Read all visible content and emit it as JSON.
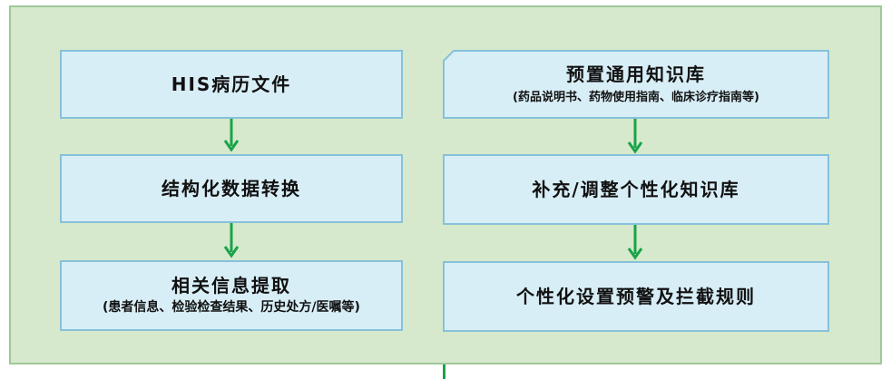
{
  "left_column": {
    "box1": "HIS病历文件",
    "box2": "结构化数据转换",
    "box3_title": "相关信息提取",
    "box3_sub": "(患者信息、检验检查结果、历史处方/医嘱等)"
  },
  "right_column": {
    "box1_title": "预置通用知识库",
    "box1_sub": "(药品说明书、药物使用指南、临床诊疗指南等)",
    "box2": "补充/调整个性化知识库",
    "box3": "个性化设置预警及拦截规则"
  },
  "colors": {
    "panel_fill": "#d6e9cc",
    "box_fill": "#d8eef7",
    "box_border": "#86c1d9",
    "arrow": "#1aa34a"
  }
}
